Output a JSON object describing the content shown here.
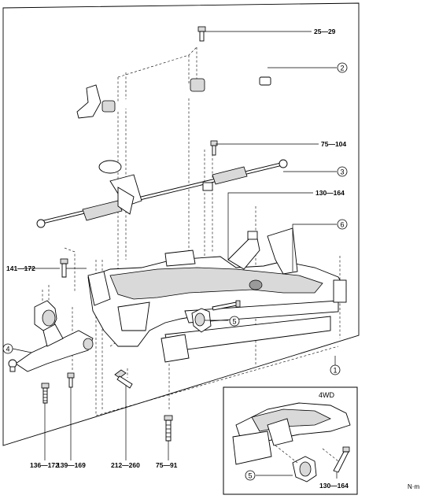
{
  "torque_labels": {
    "t_25_29": "25—29",
    "t_75_104": "75—104",
    "t_130_164_top": "130—164",
    "t_141_172": "141—172",
    "t_136_172": "136—172",
    "t_139_169": "139—169",
    "t_212_260": "212—260",
    "t_75_91": "75—91",
    "t_130_164_inset": "130—164"
  },
  "callouts": {
    "c1": "1",
    "c2": "2",
    "c3": "3",
    "c4": "4",
    "c5": "5",
    "c5_inset": "5",
    "c6": "6"
  },
  "inset_title": "4WD",
  "unit": "N·m",
  "colors": {
    "line": "#000000",
    "background": "#ffffff",
    "shade": "#d9d9d9"
  }
}
